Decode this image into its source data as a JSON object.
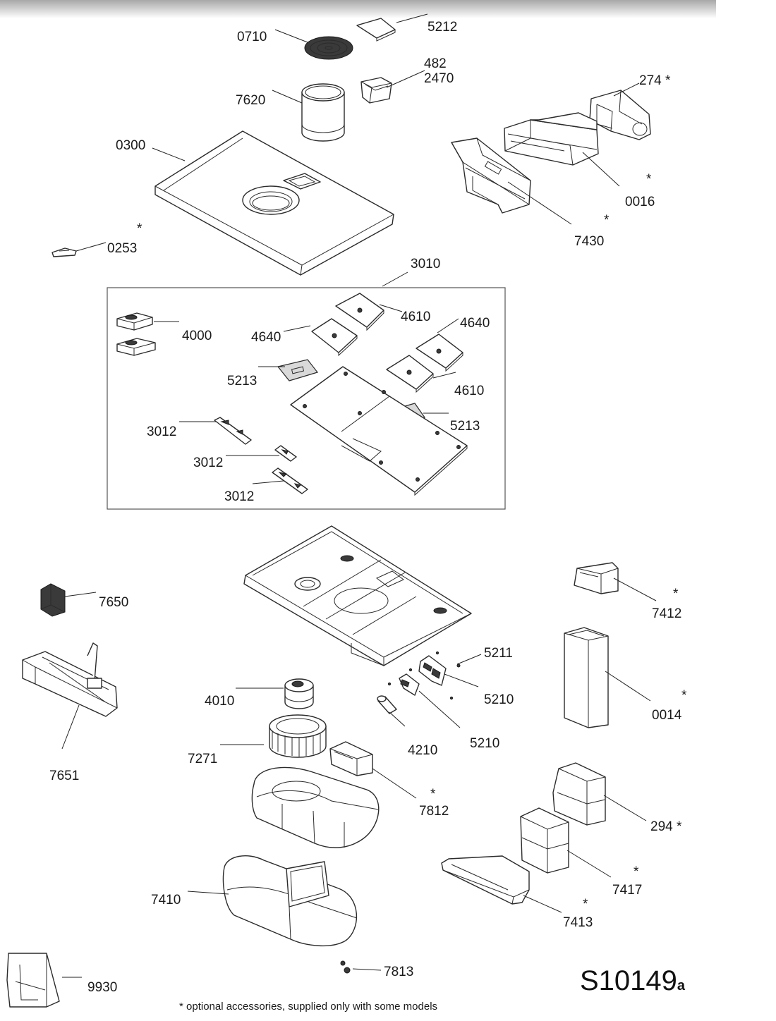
{
  "labels": {
    "l0710": "0710",
    "l5212": "5212",
    "l482": "482",
    "l2470": "2470",
    "l7620": "7620",
    "l274": "274 *",
    "l0300": "0300",
    "l0016": "0016",
    "l0253": "0253",
    "l7430": "7430",
    "l3010": "3010",
    "l4610a": "4610",
    "l4640a": "4640",
    "l4000": "4000",
    "l4640b": "4640",
    "l5213a": "5213",
    "l4610b": "4610",
    "l5213b": "5213",
    "l3012a": "3012",
    "l3012b": "3012",
    "l3012c": "3012",
    "l7650": "7650",
    "l7412": "7412",
    "l5211": "5211",
    "l5210a": "5210",
    "l0014": "0014",
    "l4010": "4010",
    "l5210b": "5210",
    "l4210": "4210",
    "l7271": "7271",
    "l7651": "7651",
    "l7812": "7812",
    "l294": "294 *",
    "l7417": "7417",
    "l7410": "7410",
    "l7413": "7413",
    "l7813": "7813",
    "l9930": "9930"
  },
  "asterisk": "*",
  "diagram_code": "S10149",
  "diagram_code_suffix": "a",
  "footnote": "* optional accessories, supplied only with some models"
}
